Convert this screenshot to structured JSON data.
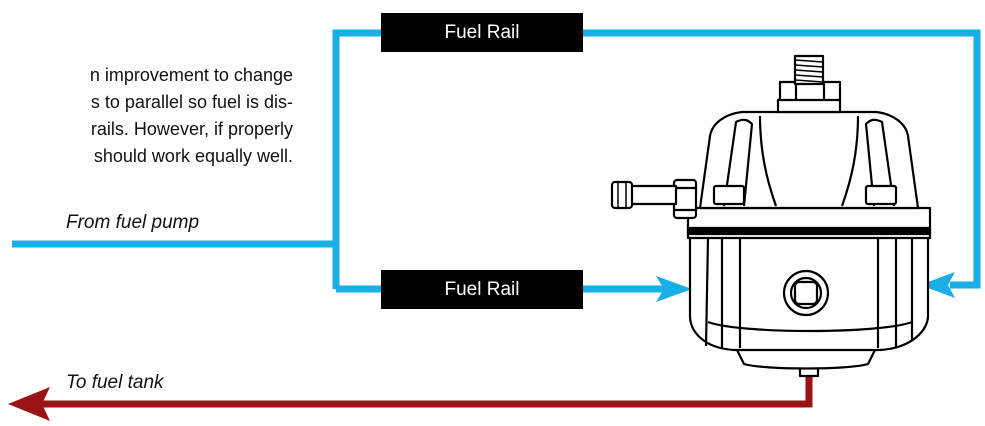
{
  "description": {
    "lines": [
      "n improvement to change",
      "s to parallel so fuel is dis-",
      "rails. However, if properly",
      "should work equally well."
    ]
  },
  "labels": {
    "fuel_rail_top": "Fuel Rail",
    "fuel_rail_bottom": "Fuel Rail",
    "from_pump": "From fuel pump",
    "to_tank": "To fuel tank"
  },
  "colors": {
    "supply_line": "#19aee6",
    "return_line": "#9b1414",
    "label_bg": "#000000",
    "label_text": "#ffffff",
    "regulator_outline": "#000000"
  },
  "icons": {
    "regulator": "fuel-pressure-regulator-icon"
  }
}
